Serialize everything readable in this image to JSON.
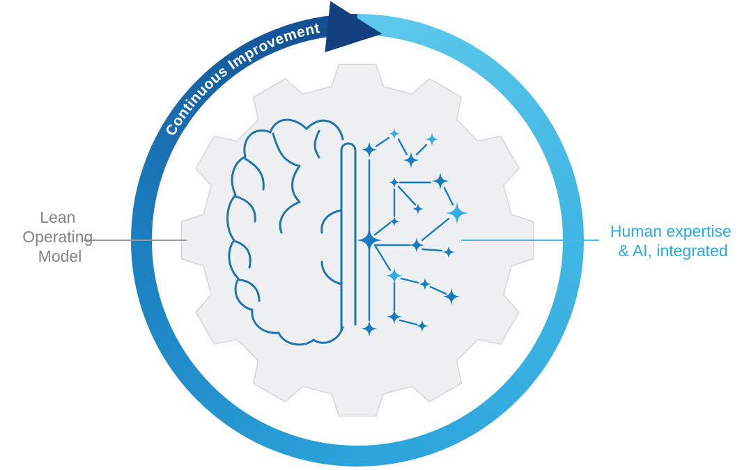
{
  "diagram": {
    "ring": {
      "label": "Continuous Improvement",
      "arrow_color": "#123F7D",
      "gradient": [
        "#5EC9EC",
        "#3FB6E3",
        "#2BA3DB",
        "#1C7FBF",
        "#134A8E"
      ]
    },
    "left_label": {
      "lines": [
        "Lean",
        "Operating",
        "Model"
      ],
      "color": "#808487",
      "line_color": "#97999C"
    },
    "right_label": {
      "lines": [
        "Human expertise",
        "& AI, integrated"
      ],
      "color": "#29A9E1",
      "line_color": "#49B8E5"
    },
    "gear": {
      "fill": "#EDEFF0",
      "outline": "#D2D6D9"
    },
    "brain": {
      "stroke": "#1F74AE"
    },
    "network": {
      "dark": "#187DBE",
      "light": "#35ACDF"
    }
  }
}
